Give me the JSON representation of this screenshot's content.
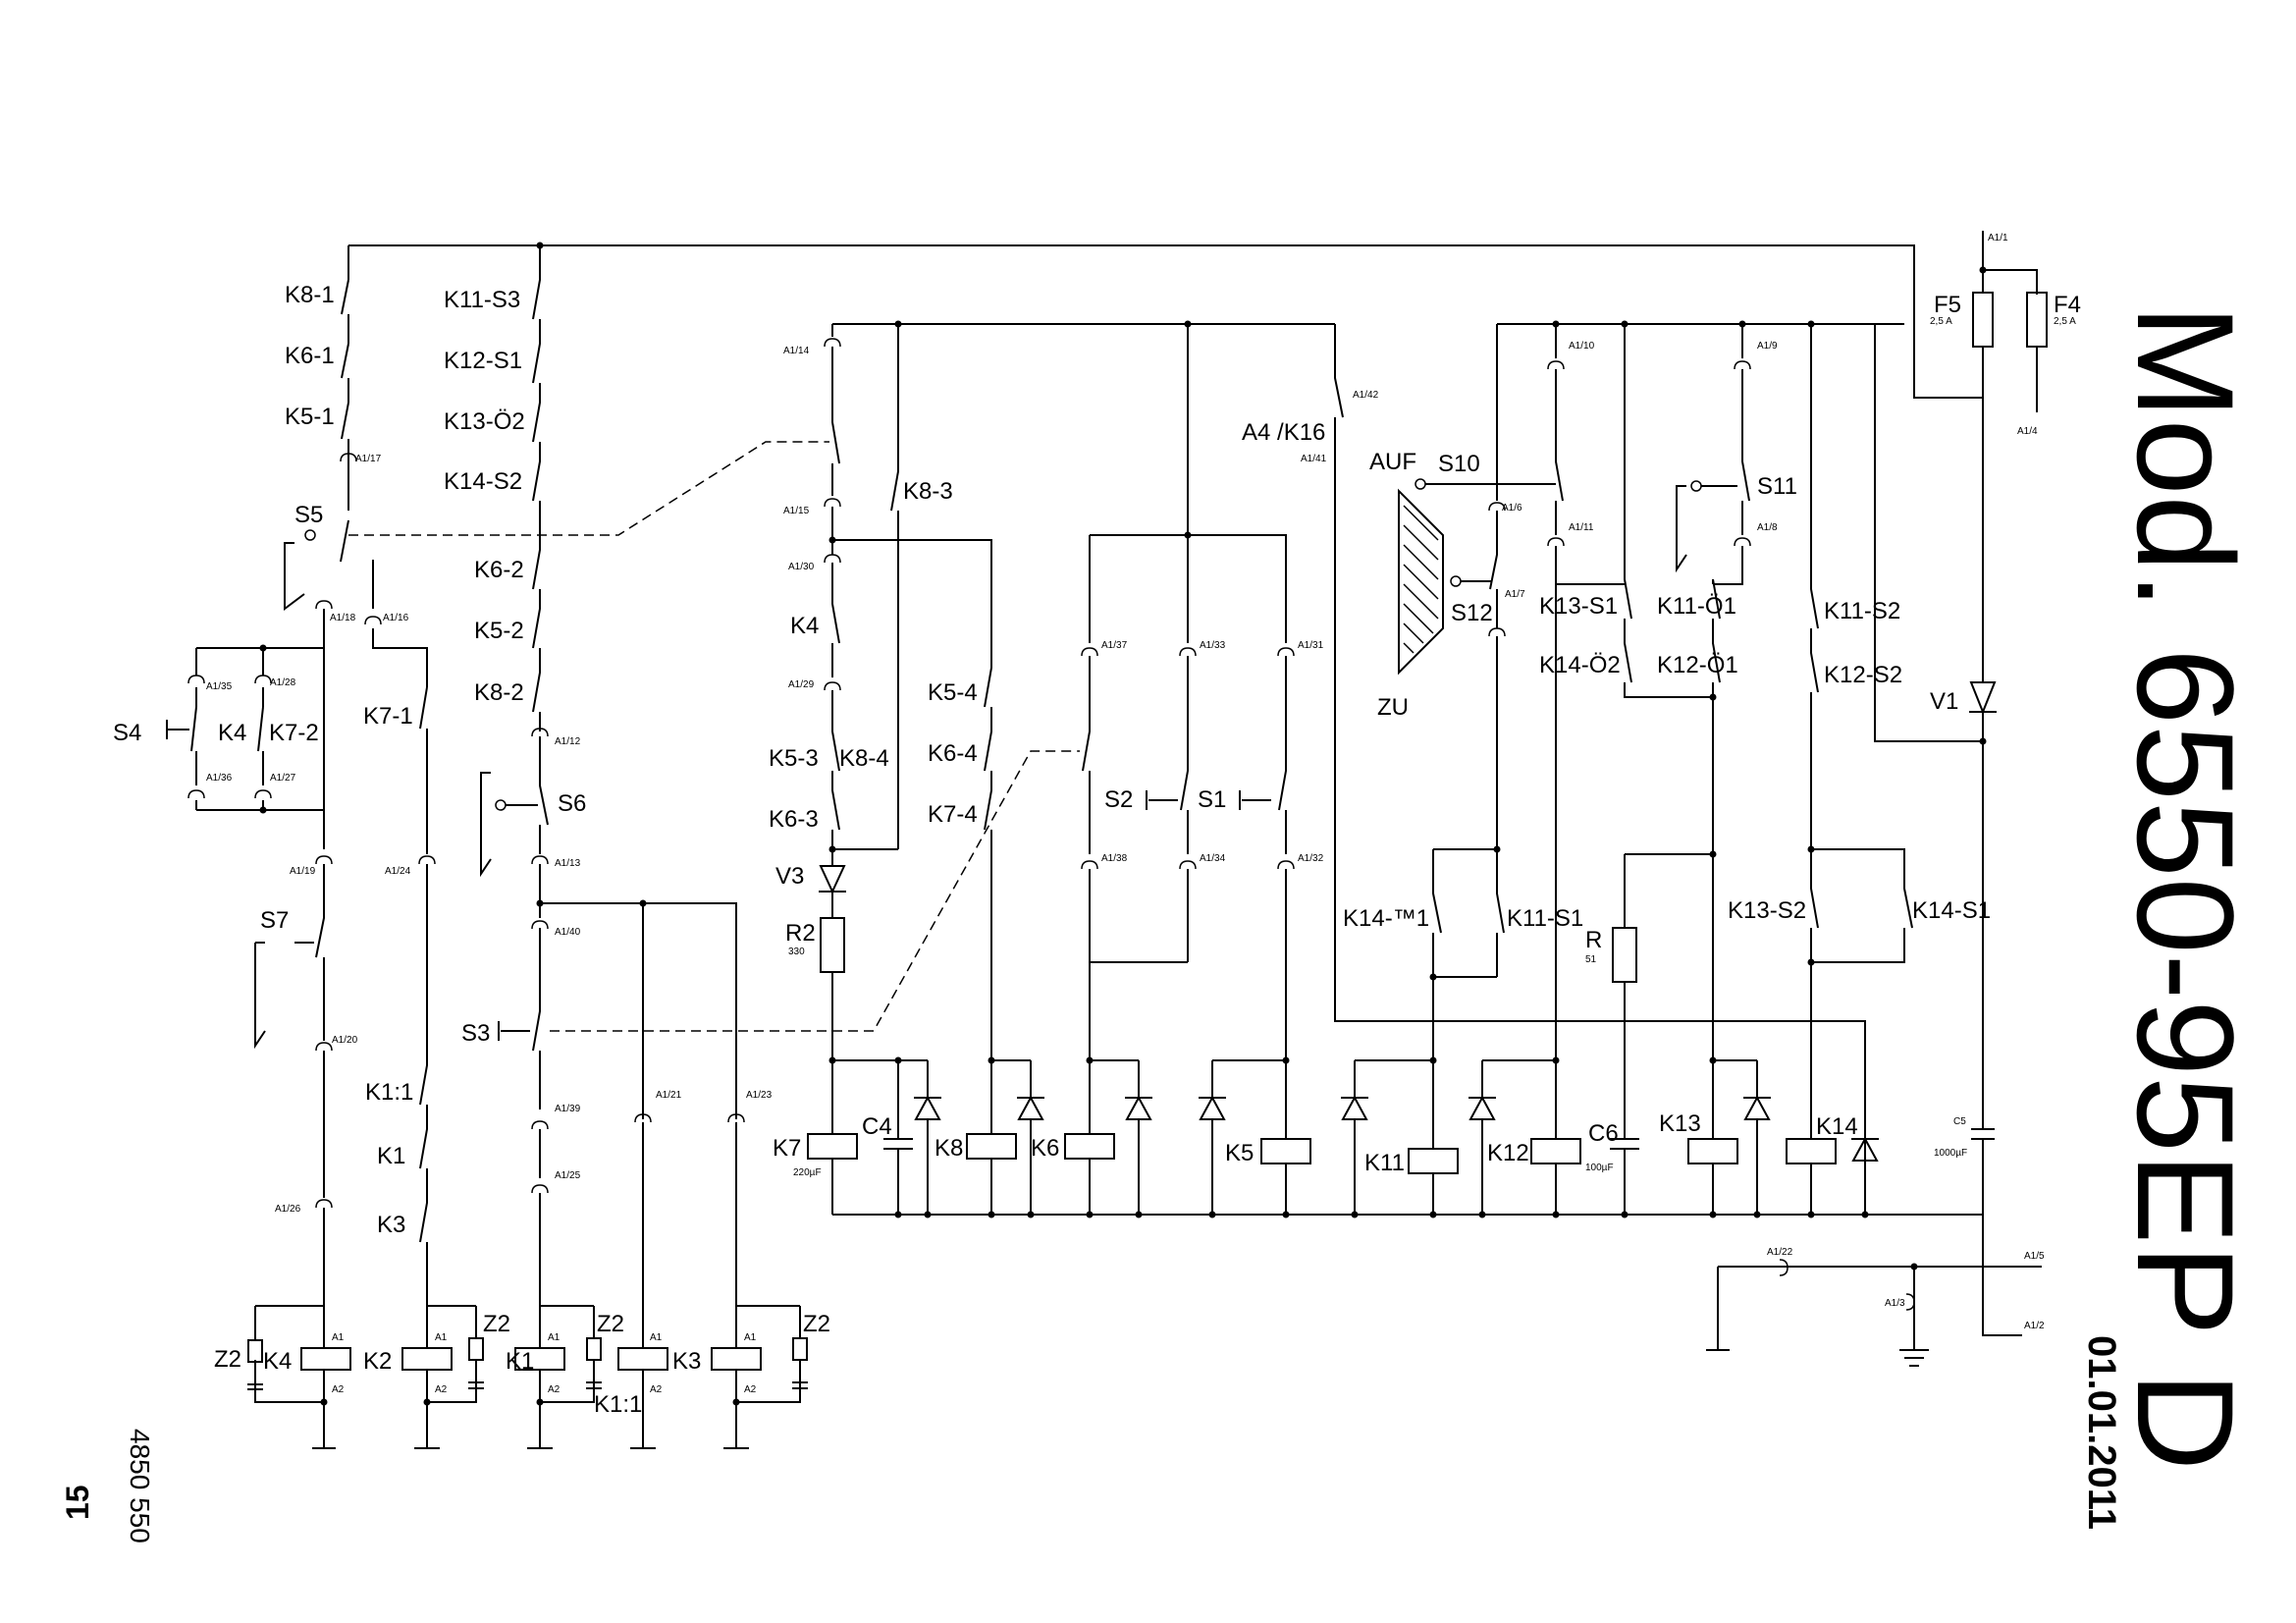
{
  "title_block": {
    "model": "Mod. 6550-95EP D",
    "date": "01.01.2011",
    "doc_number": "4850 550",
    "page": "15"
  },
  "labels": {
    "K8_1": "K8-1",
    "K6_1": "K6-1",
    "K5_1": "K5-1",
    "K11_S3": "K11-S3",
    "K12_S1": "K12-S1",
    "K13_O2": "K13-Ö2",
    "K14_S2": "K14-S2",
    "K6_2": "K6-2",
    "K5_2": "K5-2",
    "K8_2": "K8-2",
    "S5": "S5",
    "S4": "S4",
    "K4": "K4",
    "K7_2": "K7-2",
    "K7_1": "K7-1",
    "S6": "S6",
    "S7": "S7",
    "S3": "S3",
    "K1_1a": "K1:1",
    "K1": "K1",
    "K3": "K3",
    "K1_1b": "K1:1",
    "K4_coil": "K4",
    "K2_coil": "K2",
    "K1_coil": "K1",
    "K3_coil": "K3",
    "Z2": "Z2",
    "K4_contact": "K4",
    "K5_3": "K5-3",
    "K8_4": "K8-4",
    "K6_3": "K6-3",
    "V3": "V3",
    "R2": "R2",
    "R2_val": "330",
    "K8_3": "K8-3",
    "K5_4": "K5-4",
    "K6_4": "K6-4",
    "K7_4": "K7-4",
    "S2": "S2",
    "S1": "S1",
    "A4_K16": "A4 /K16",
    "AUF": "AUF",
    "ZU": "ZU",
    "S10": "S10",
    "S11": "S11",
    "S12": "S12",
    "K13_S1": "K13-S1",
    "K14_O2": "K14-Ö2",
    "K11_O1": "K11-Ö1",
    "K12_O1": "K12-Ö1",
    "K11_S2": "K11-S2",
    "K12_S2": "K12-S2",
    "F5": "F5",
    "F4": "F4",
    "F_val": "2,5 A",
    "V1": "V1",
    "K14_TM1": "K14-™1",
    "K11_S1": "K11-S1",
    "R": "R",
    "R_val": "51",
    "K13_S2": "K13-S2",
    "K14_S1": "K14-S1",
    "K7_coil": "K7",
    "C4": "C4",
    "C4_val": "220µF",
    "K8_coil": "K8",
    "K6_coil": "K6",
    "K5_coil": "K5",
    "K11_coil": "K11",
    "K12_coil": "K12",
    "C6": "C6",
    "C6_val": "100µF",
    "K13_coil": "K13",
    "K14_coil": "K14",
    "C5": "C5",
    "C5_val": "1000µF",
    "A1": "A1",
    "A2": "A2"
  },
  "pins": {
    "p1": "A1/1",
    "p4": "A1/4",
    "p5": "A1/5",
    "p2": "A1/2",
    "p3": "A1/3",
    "p22": "A1/22",
    "p17": "A1/17",
    "p18": "A1/18",
    "p16": "A1/16",
    "p35": "A1/35",
    "p28": "A1/28",
    "p36": "A1/36",
    "p27": "A1/27",
    "p19": "A1/19",
    "p24": "A1/24",
    "p20": "A1/20",
    "p26": "A1/26",
    "p12": "A1/12",
    "p13": "A1/13",
    "p40": "A1/40",
    "p39": "A1/39",
    "p25": "A1/25",
    "p21": "A1/21",
    "p23": "A1/23",
    "p14": "A1/14",
    "p15": "A1/15",
    "p30": "A1/30",
    "p29": "A1/29",
    "p37": "A1/37",
    "p33": "A1/33",
    "p31": "A1/31",
    "p38": "A1/38",
    "p34": "A1/34",
    "p32": "A1/32",
    "p42": "A1/42",
    "p41": "A1/41",
    "p10": "A1/10",
    "p9": "A1/9",
    "p6": "A1/6",
    "p11": "A1/11",
    "p7": "A1/7",
    "p8": "A1/8"
  }
}
